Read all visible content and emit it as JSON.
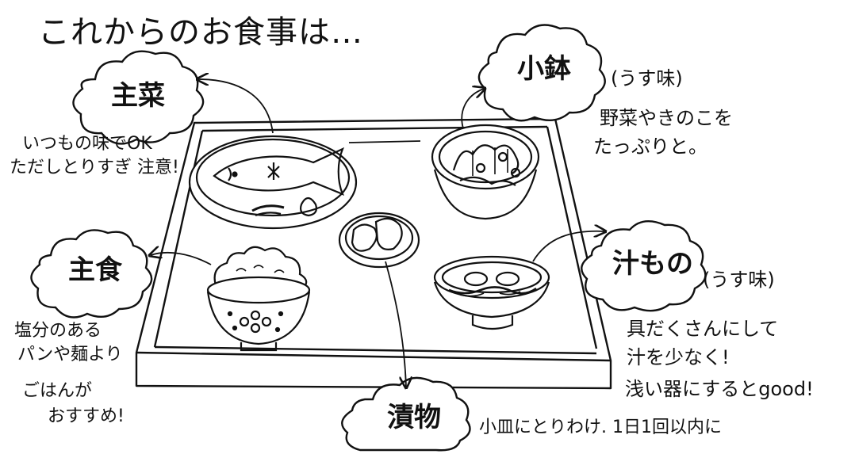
{
  "title": "これからのお食事は…",
  "dishes": {
    "main_dish": {
      "label": "主菜",
      "note_lines": [
        "いつもの味でOK",
        "ただしとりすぎ 注意!"
      ]
    },
    "small_bowl": {
      "label": "小鉢",
      "taste": "(うす味)",
      "note_lines": [
        "野菜やきのこを",
        "たっぷりと。"
      ]
    },
    "staple": {
      "label": "主食",
      "note_lines": [
        "塩分のある",
        "パンや麺より",
        "ごはんが",
        "おすすめ!"
      ]
    },
    "soup": {
      "label": "汁もの",
      "taste": "(うす味)",
      "note_lines": [
        "具だくさんにして",
        "汁を少なく!",
        "浅い器にするとgood!"
      ]
    },
    "pickles": {
      "label": "漬物",
      "note": "小皿にとりわけ. 1日1回以内に"
    }
  }
}
